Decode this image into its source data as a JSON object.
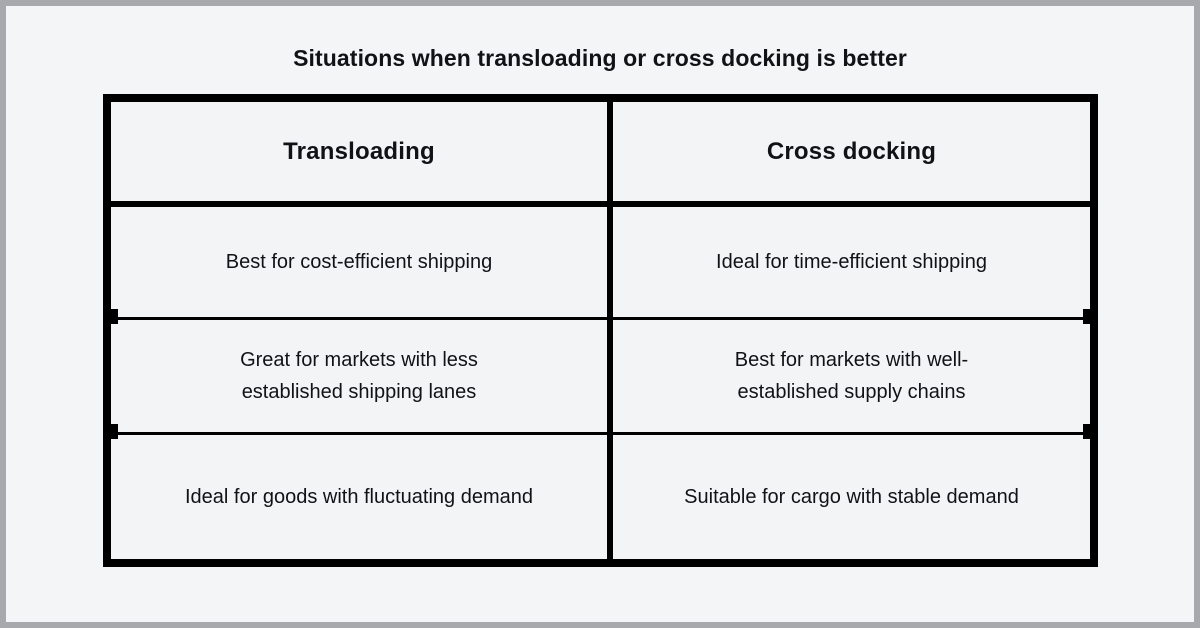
{
  "slide": {
    "title": "Situations when transloading or cross docking is better",
    "background_color": "#f4f5f7",
    "border_color": "#a8a9ac",
    "table_border_color": "#000000",
    "cell_background": "#f3f4f6",
    "text_color": "#111215"
  },
  "table": {
    "columns": [
      {
        "header": "Transloading"
      },
      {
        "header": "Cross docking"
      }
    ],
    "rows": [
      {
        "transloading": {
          "line1": "Best for cost-efficient shipping",
          "line2": ""
        },
        "cross_docking": {
          "line1": "Ideal for time-efficient shipping",
          "line2": ""
        }
      },
      {
        "transloading": {
          "line1": "Great for markets with less",
          "line2": "established shipping lanes"
        },
        "cross_docking": {
          "line1": "Best for markets with well-",
          "line2": "established supply chains"
        }
      },
      {
        "transloading": {
          "line1": "Ideal for goods with fluctuating demand",
          "line2": ""
        },
        "cross_docking": {
          "line1": "Suitable for cargo with stable demand",
          "line2": ""
        }
      }
    ]
  }
}
